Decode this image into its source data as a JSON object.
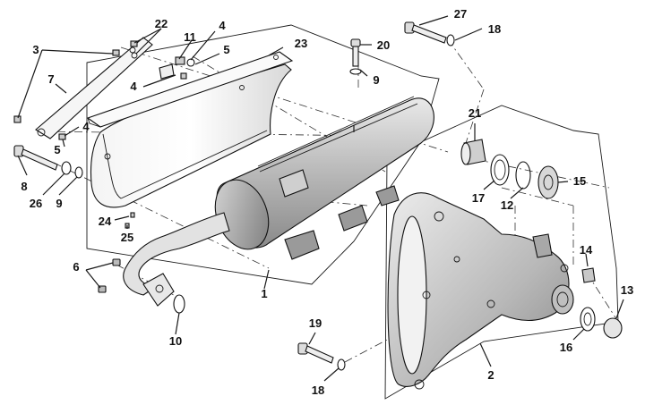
{
  "diagram": {
    "labels": {
      "1": "1",
      "2": "2",
      "3": "3",
      "4a": "4",
      "4b": "4",
      "4c": "4",
      "5a": "5",
      "5b": "5",
      "6": "6",
      "7": "7",
      "8": "8",
      "9a": "9",
      "9b": "9",
      "10": "10",
      "11": "11",
      "12": "12",
      "13": "13",
      "14": "14",
      "15": "15",
      "16": "16",
      "17": "17",
      "18a": "18",
      "18b": "18",
      "19": "19",
      "20": "20",
      "21": "21",
      "22": "22",
      "23": "23",
      "24": "24",
      "25": "25",
      "26": "26",
      "27": "27"
    }
  }
}
